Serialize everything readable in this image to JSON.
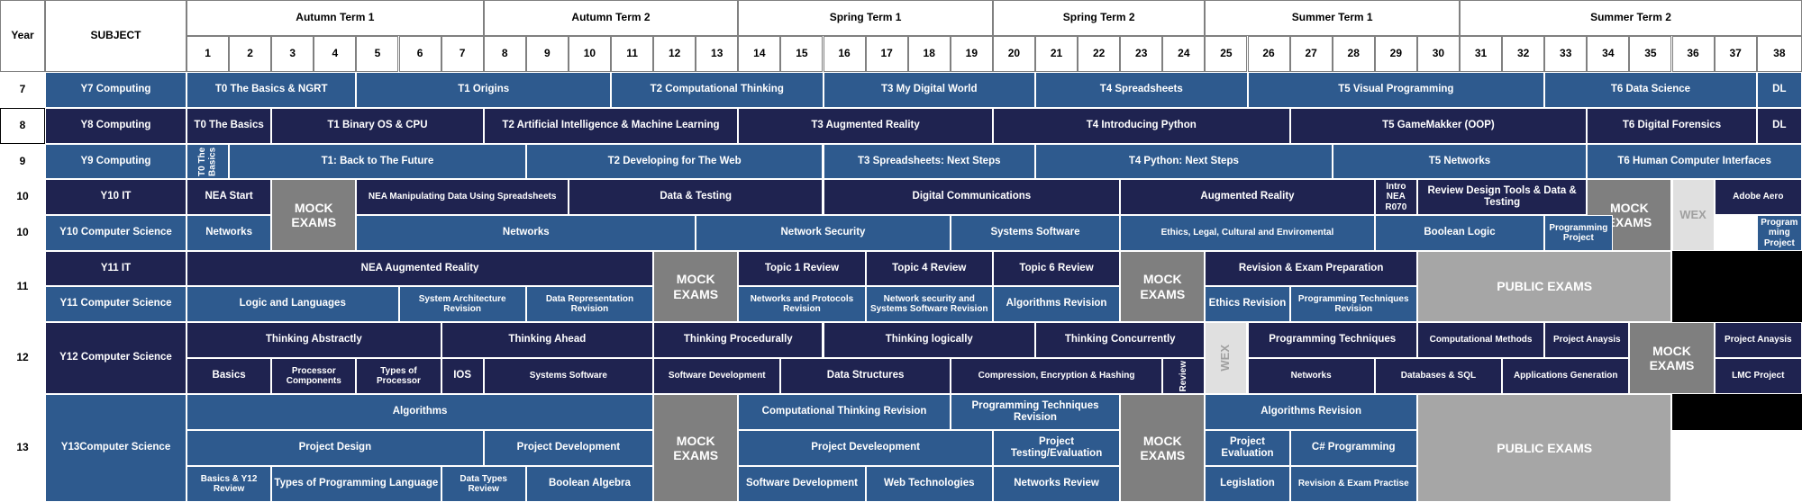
{
  "header": {
    "year_label": "Year",
    "subject_label": "SUBJECT",
    "terms": [
      "Autumn Term 1",
      "Autumn Term 2",
      "Spring Term 1",
      "Spring Term 2",
      "Summer Term 1",
      "Summer Term 2"
    ],
    "weeks": [
      "1",
      "2",
      "3",
      "4",
      "5",
      "6",
      "7",
      "8",
      "9",
      "10",
      "11",
      "12",
      "13",
      "14",
      "15",
      "16",
      "17",
      "18",
      "19",
      "20",
      "21",
      "22",
      "23",
      "24",
      "25",
      "26",
      "27",
      "28",
      "29",
      "30",
      "31",
      "32",
      "33",
      "34",
      "35",
      "36",
      "37",
      "38"
    ]
  },
  "year_labels": [
    "7",
    "8",
    "9",
    "10",
    "10",
    "11",
    "12",
    "13"
  ],
  "subjects": [
    "Y7 Computing",
    "Y8 Computing",
    "Y9 Computing",
    "Y10 IT",
    "Y10 Computer Science",
    "Y11 IT",
    "Y11 Computer Science",
    "Y12 Computer Science",
    "Y13Computer Science"
  ],
  "special": {
    "mock": "MOCK EXAMS",
    "public": "PUBLIC EXAMS",
    "wex": "WEX"
  },
  "units": {
    "y7": [
      "T0 The Basics & NGRT",
      "T1 Origins",
      "T2 Computational Thinking",
      "T3 My Digital World",
      "T4 Spreadsheets",
      "T5 Visual Programming",
      "T6 Data Science",
      "DL"
    ],
    "y8": [
      "T0 The Basics",
      "T1 Binary OS & CPU",
      "T2 Artificial Intelligence & Machine Learning",
      "T3 Augmented Reality",
      "T4 Introducing Python",
      "T5 GameMakker (OOP)",
      "T6 Digital Forensics",
      "DL"
    ],
    "y9": [
      "T0 The Basics",
      "T1: Back to The Future",
      "T2  Developing for The Web",
      "T3 Spreadsheets: Next Steps",
      "T4  Python: Next Steps",
      "T5 Networks",
      "T6 Human Computer Interfaces"
    ],
    "y10it": [
      "NEA Start",
      "NEA Manipulating Data Using Spreadsheets",
      "Data & Testing",
      "Digital Communications",
      "Augmented Reality",
      "Intro NEA R070",
      "Review Design Tools & Data & Testing",
      "Adobe Aero"
    ],
    "y10cs": [
      "Networks",
      "Networks",
      "Network Security",
      "Systems Software",
      "Ethics, Legal, Cultural and Enviromental",
      "Boolean Logic",
      "Programming Project",
      "Program ming Project"
    ],
    "y11it": [
      "NEA Augmented Reality",
      "Topic 1 Review",
      "Topic 4 Review",
      "Topic 6 Review",
      "Revision & Exam Preparation"
    ],
    "y11cs": [
      "Logic and Languages",
      "System Architecture Revision",
      "Data Representation Revision",
      "Networks and Protocols Revision",
      "Network security and Systems Software Revision",
      "Algorithms Revision",
      "Ethics Revision",
      "Programming Techniques Revision"
    ],
    "y12a": [
      "Thinking Abstractly",
      "Thinking Ahead",
      "Thinking Procedurally",
      "Thinking logically",
      "Thinking Concurrently",
      "Programming Techniques",
      "Computational Methods",
      "Project Anaysis",
      "Project Anaysis"
    ],
    "y12b": [
      "Basics",
      "Processor Components",
      "Types of Processor",
      "IOS",
      "Systems Software",
      "Software Development",
      "Data Structures",
      "Compression, Encryption & Hashing",
      "Review",
      "Networks",
      "Databases & SQL",
      "Applications Generation",
      "LMC Project"
    ],
    "y13a": [
      "Algorithms",
      "Computational Thinking Revision",
      "Programming Techniques Revision",
      "Algorithms Revision"
    ],
    "y13b": [
      "Project Design",
      "Project Development",
      "Project Develeopment",
      "Project Testing/Evaluation",
      "Project Evaluation",
      "C# Programming"
    ],
    "y13c": [
      "Basics & Y12 Review",
      "Types of Programming Language",
      "Data Types Review",
      "Boolean Algebra",
      "Software Development",
      "Web Technologies",
      "Networks Review",
      "Legislation",
      "Revision & Exam Practise"
    ]
  },
  "colors": {
    "blue": "#2e5a8e",
    "navy": "#1f2350",
    "mock": "#7f7f7f",
    "public": "#a6a6a6",
    "wex": "#e0e0e0"
  }
}
